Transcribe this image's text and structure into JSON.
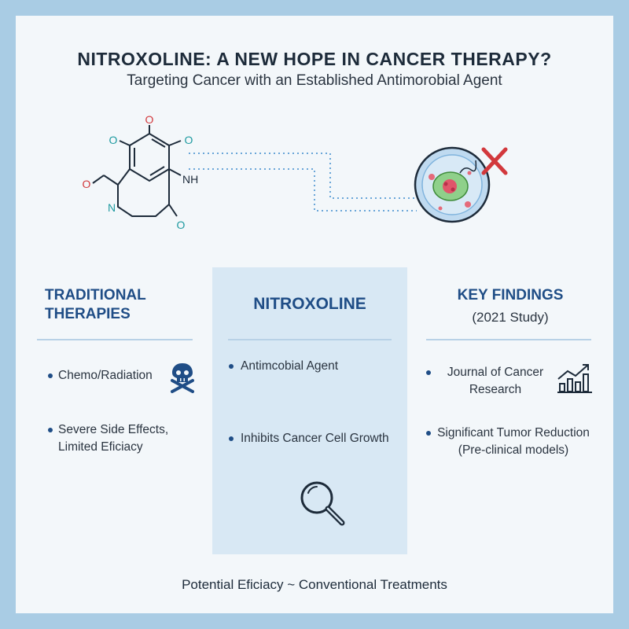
{
  "header": {
    "title": "NITROXOLINE: A NEW HOPE IN CANCER THERAPY?",
    "subtitle": "Targeting Cancer with an Established Antimorobial Agent"
  },
  "molecule": {
    "atoms": [
      "O",
      "O",
      "O",
      "NH",
      "O",
      "N",
      "O"
    ],
    "icon": "molecule-structure-icon"
  },
  "cell": {
    "icon": "cancer-cell-icon",
    "mark": "red-x-icon"
  },
  "columns": {
    "traditional": {
      "heading": [
        "TRADITIONAL",
        "THERAPIES"
      ],
      "bullets": [
        [
          "Chemo/Radiation"
        ],
        [
          "Severe Side Effects,",
          "Limited Eficiacy"
        ]
      ],
      "icon": "skull-crossbones-icon"
    },
    "nitroxoline": {
      "heading": "NITROXOLINE",
      "bullets": [
        [
          "Antimcobial Agent"
        ],
        [
          "Inhibits Cancer Cell Growth"
        ]
      ],
      "icon": "magnifier-icon"
    },
    "findings": {
      "heading": "KEY FINDINGS",
      "subheading": "(2021 Study)",
      "bullets": [
        [
          "Journal of Cancer",
          "Research"
        ],
        [
          "Significant Tumor Reduction",
          "(Pre-clinical models)"
        ]
      ],
      "icon": "growth-chart-icon"
    }
  },
  "footer": "Potential Eficiacy ~ Conventional Treatments",
  "colors": {
    "accent": "#1f4d86",
    "oxygen": "#d2383c",
    "nitrogen": "#1e9aa0",
    "frame": "#a9cce4"
  }
}
